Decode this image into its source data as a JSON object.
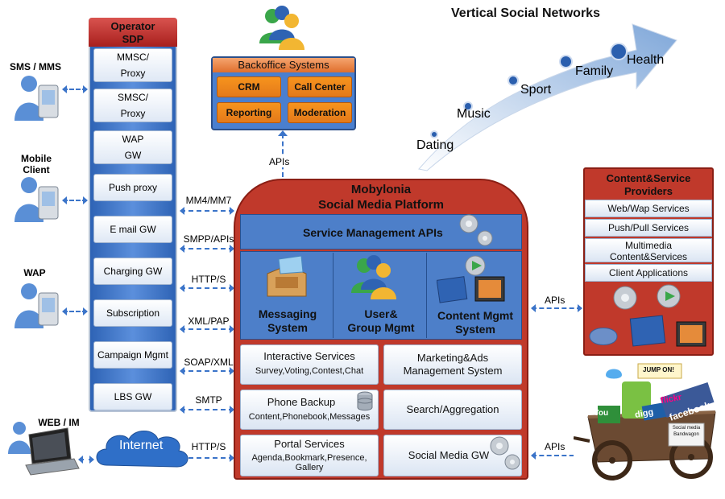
{
  "title": "Vertical Social Networks",
  "verticals": [
    "Dating",
    "Music",
    "Sport",
    "Family",
    "Health"
  ],
  "sdp": {
    "title_l1": "Operator",
    "title_l2": "SDP",
    "items": [
      {
        "l1": "MMSC/",
        "l2": "Proxy"
      },
      {
        "l1": "SMSC/",
        "l2": "Proxy"
      },
      {
        "l1": "WAP",
        "l2": "GW"
      },
      {
        "l1": "Push proxy",
        "l2": ""
      },
      {
        "l1": "E mail GW",
        "l2": ""
      },
      {
        "l1": "Charging GW",
        "l2": ""
      },
      {
        "l1": "Subscription",
        "l2": ""
      },
      {
        "l1": "Campaign Mgmt",
        "l2": ""
      },
      {
        "l1": "LBS GW",
        "l2": ""
      }
    ]
  },
  "devices": {
    "sms": "SMS / MMS",
    "mobile_l1": "Mobile",
    "mobile_l2": "Client",
    "wap": "WAP",
    "web": "WEB / IM",
    "internet": "Internet"
  },
  "protocols": [
    "MM4/MM7",
    "SMPP/APIs",
    "HTTP/S",
    "XML/PAP",
    "SOAP/XML",
    "SMTP",
    "HTTP/S"
  ],
  "backoffice": {
    "title": "Backoffice Systems",
    "crm": "CRM",
    "call_center": "Call Center",
    "reporting": "Reporting",
    "moderation": "Moderation",
    "apis": "APIs"
  },
  "platform": {
    "title_l1": "Mobylonia",
    "title_l2": "Social Media Platform",
    "service_mgmt": "Service Management APIs",
    "messaging_l1": "Messaging",
    "messaging_l2": "System",
    "user_l1": "User&",
    "user_l2": "Group Mgmt",
    "content_l1": "Content Mgmt",
    "content_l2": "System",
    "interactive_title": "Interactive Services",
    "interactive_sub": "Survey,Voting,Contest,Chat",
    "marketing_l1": "Marketing&Ads",
    "marketing_l2": "Management System",
    "backup_title": "Phone Backup",
    "backup_sub": "Content,Phonebook,Messages",
    "search": "Search/Aggregation",
    "portal_title": "Portal Services",
    "portal_sub_l1": "Agenda,Bookmark,Presence,",
    "portal_sub_l2": "Gallery",
    "social_gw": "Social Media GW"
  },
  "providers": {
    "title_l1": "Content&Service",
    "title_l2": "Providers",
    "items": [
      "Web/Wap Services",
      "Push/Pull Services",
      "Multimedia",
      "Content&Services",
      "Client Applications"
    ],
    "apis1": "APIs",
    "apis2": "APIs"
  },
  "cart": {
    "jump_on": "JUMP ON!",
    "facebook": "facebook",
    "digg": "digg",
    "flickr": "flickr",
    "youtube": "You",
    "sign_l1": "Social media",
    "sign_l2": "Bandwagon"
  },
  "colors": {
    "accent_blue": "#4d7fc9",
    "accent_red": "#c0392b",
    "accent_orange": "#f7941d"
  }
}
